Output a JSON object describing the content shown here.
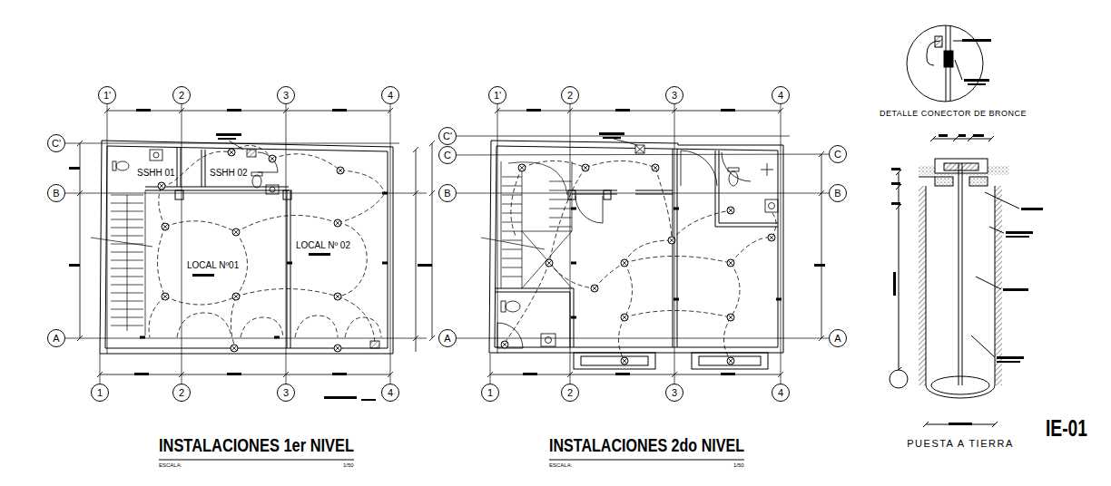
{
  "diagram": {
    "nodes": [
      {
        "text": [
          "1'"
        ]
      },
      {
        "text": [
          "2"
        ]
      },
      {
        "text": [
          "3"
        ]
      },
      {
        "text": [
          "4"
        ]
      },
      {
        "text": [
          "C'"
        ]
      },
      {
        "text": [
          "B"
        ]
      },
      {
        "text": [
          "A"
        ]
      },
      {
        "text": [
          "1"
        ]
      },
      {
        "text": [
          "2"
        ]
      },
      {
        "text": [
          "3"
        ]
      },
      {
        "text": [
          "4"
        ]
      },
      {
        "text": [
          "1'"
        ]
      },
      {
        "text": [
          "2"
        ]
      },
      {
        "text": [
          "3"
        ]
      },
      {
        "text": [
          "4"
        ]
      },
      {
        "text": [
          "C'"
        ]
      },
      {
        "text": [
          "C"
        ]
      },
      {
        "text": [
          "B"
        ]
      },
      {
        "text": [
          "A"
        ]
      },
      {
        "text": [
          "C"
        ]
      },
      {
        "text": [
          "B"
        ]
      },
      {
        "text": [
          "A"
        ]
      },
      {
        "text": [
          "1"
        ]
      },
      {
        "text": [
          "2"
        ]
      },
      {
        "text": [
          "3"
        ]
      },
      {
        "text": [
          "4"
        ]
      }
    ],
    "edges": [
      {
        "from": 1,
        "to": 8,
        "arrow": "none"
      },
      {
        "from": 2,
        "to": 9,
        "arrow": "none"
      },
      {
        "from": 3,
        "to": 10,
        "arrow": "none"
      },
      {
        "from": 12,
        "to": 23,
        "arrow": "none"
      },
      {
        "from": 13,
        "to": 24,
        "arrow": "none"
      },
      {
        "from": 14,
        "to": 25,
        "arrow": "none"
      },
      {
        "from": 16,
        "to": 19,
        "arrow": "none"
      },
      {
        "from": 17,
        "to": 20,
        "arrow": "none"
      },
      {
        "from": 18,
        "to": 21,
        "arrow": "none"
      }
    ],
    "labels": [
      "SSHH 01",
      "SSHH 02",
      "LOCAL Nº01",
      "LOCAL Nº 02",
      "INSTALACIONES 1er NIVEL",
      "ESCALA:",
      "1/50",
      "INSTALACIONES 2do NIVEL",
      "ESCALA:",
      "1/50",
      "DETALLE CONECTOR DE BRONCE",
      "PUESTA A TIERRA",
      "IE-01"
    ]
  }
}
